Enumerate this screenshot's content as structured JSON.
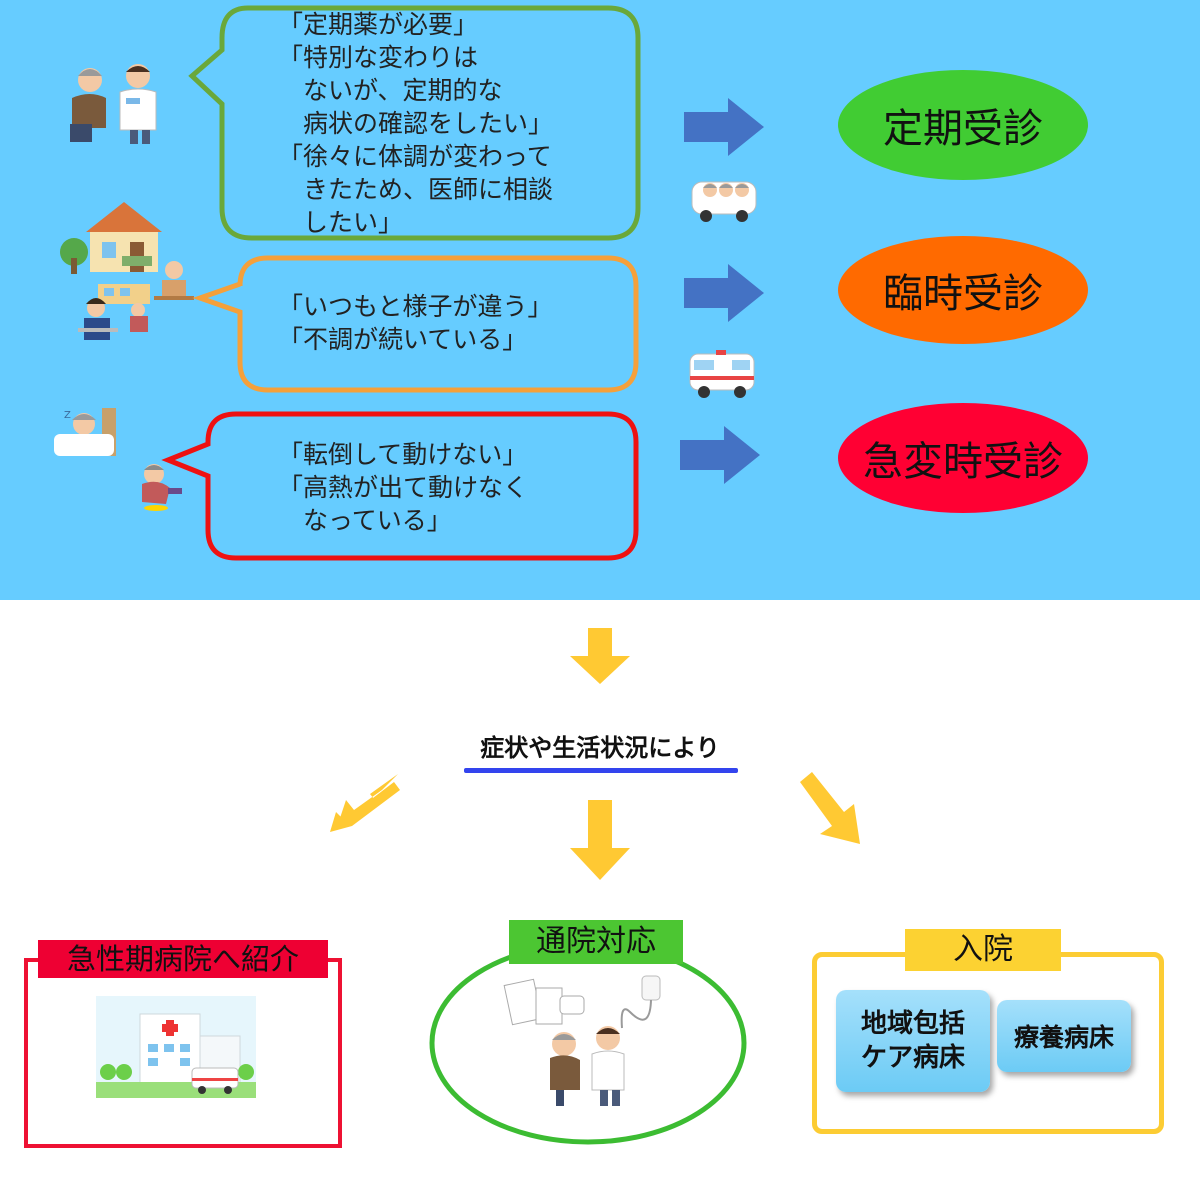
{
  "rows": {
    "regular": {
      "bubble_text": "「定期薬が必要」\n「特別な変わりは\n　ないが、定期的な\n　病状の確認をしたい」\n「徐々に体調が変わって\n　きたため、医師に相談\n　したい」",
      "result": "定期受診"
    },
    "temporary": {
      "bubble_text": "「いつもと様子が違う」\n「不調が続いている」",
      "result": "臨時受診"
    },
    "emergency": {
      "bubble_text": "「転倒して動けない」\n「高熱が出て動けなく\n　なっている」",
      "result": "急変時受診"
    }
  },
  "middle": {
    "label": "症状や生活状況により"
  },
  "outcomes": {
    "acute": {
      "label": "急性期病院へ紹介"
    },
    "outpatient": {
      "label": "通院対応"
    },
    "admission": {
      "label": "入院",
      "wards": [
        "地域包括\nケア病床",
        "療養病床"
      ]
    }
  },
  "colors": {
    "panel_bg": "#66ccff",
    "bubble_regular": "#6aa83a",
    "bubble_temporary": "#f5a03a",
    "bubble_emergency": "#ee1111",
    "flow_arrow": "#4472c4",
    "branch_arrow": "#ffc933",
    "underline": "#3344ee"
  },
  "icons": {
    "people_scene": "doctor-consultation-icon",
    "vehicles": [
      "care-van-icon",
      "ambulance-icon"
    ],
    "outcome_images": [
      "hospital-building-icon",
      "doctor-patient-icon"
    ]
  }
}
